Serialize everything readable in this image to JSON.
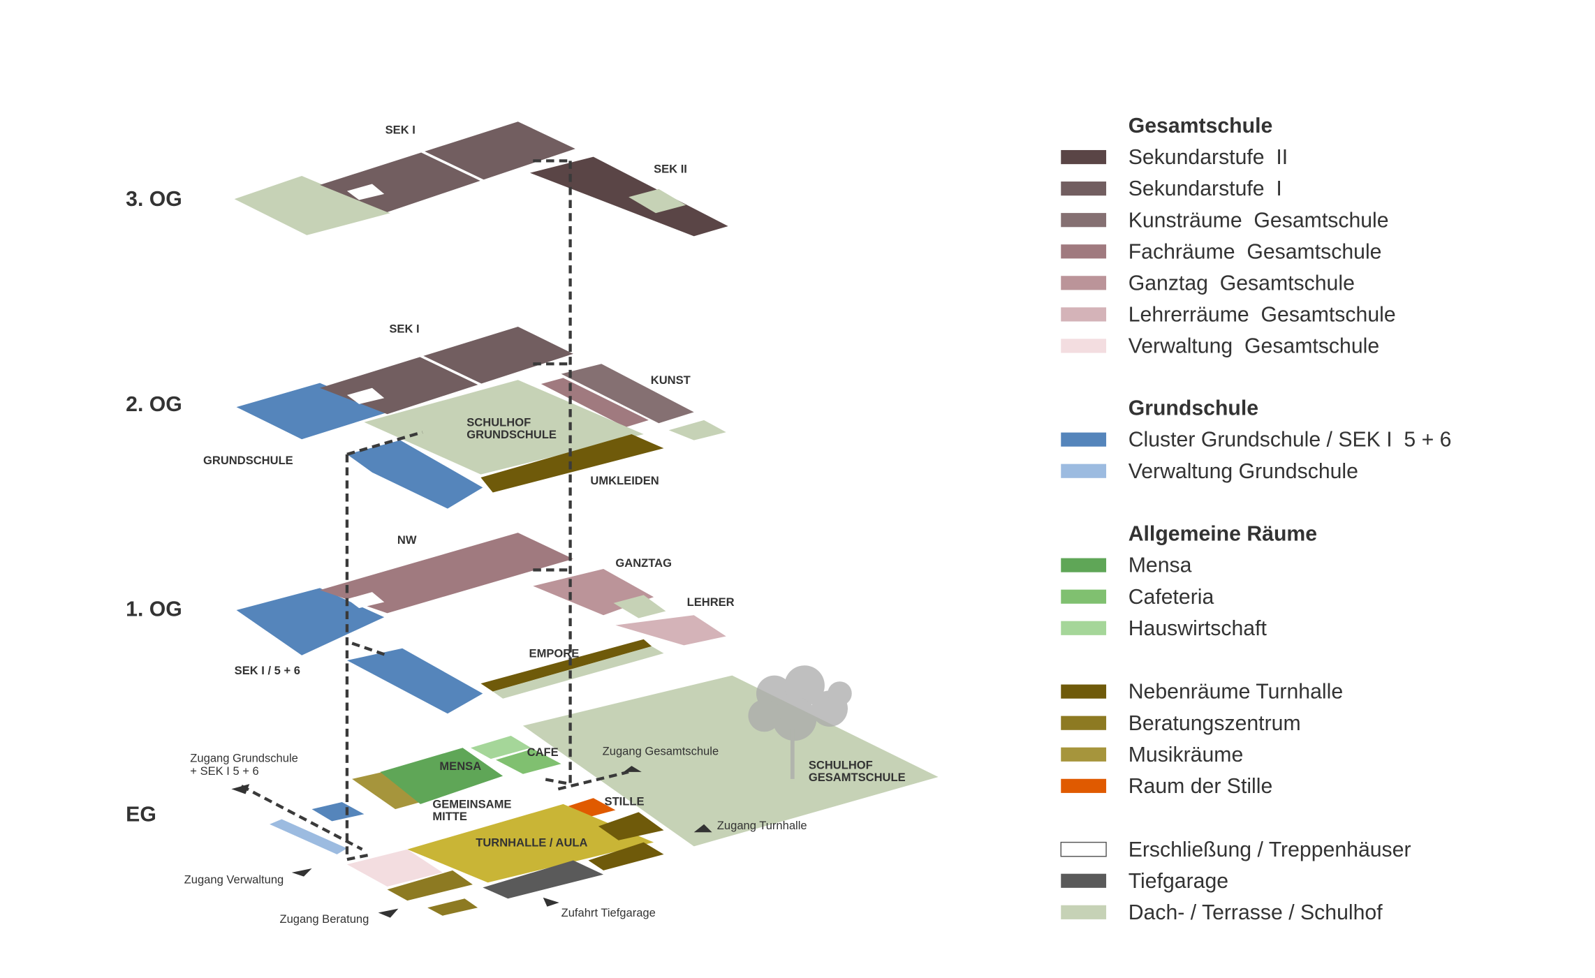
{
  "colors": {
    "sek2": "#5a4546",
    "sek1": "#725e60",
    "kunst": "#857072",
    "fach": "#a07a7f",
    "ganztag": "#bb9499",
    "lehrer": "#d4b3b8",
    "verw_gs": "#f3dde0",
    "cluster": "#5585bb",
    "verw_grund": "#9cbbe0",
    "mensa": "#5fa657",
    "cafe": "#80c070",
    "hausw": "#a5d699",
    "neben": "#6f5a0a",
    "beratung": "#8d7a22",
    "musik": "#a6953c",
    "stille": "#e05a00",
    "erschliessung": "#ffffff",
    "tiefgarage": "#5a5a5a",
    "dach": "#c6d2b6",
    "turnhalle": "#c9b536"
  },
  "floors": [
    "3. OG",
    "2. OG",
    "1. OG",
    "EG"
  ],
  "room_labels": {
    "og3_sek1": "SEK I",
    "og3_sek2": "SEK II",
    "og2_sek1": "SEK I",
    "og2_kunst": "KUNST",
    "og2_grundschule": "GRUNDSCHULE",
    "og2_schulhof_1": "SCHULHOF",
    "og2_schulhof_2": "GRUNDSCHULE",
    "og2_umkleiden": "UMKLEIDEN",
    "og1_nw": "NW",
    "og1_ganztag": "GANZTAG",
    "og1_lehrer": "LEHRER",
    "og1_sek": "SEK I / 5 + 6",
    "og1_empore": "EMPORE",
    "eg_mensa": "MENSA",
    "eg_cafe": "CAFE",
    "eg_mitte_1": "GEMEINSAME",
    "eg_mitte_2": "MITTE",
    "eg_stille": "STILLE",
    "eg_turnhalle": "TURNHALLE / AULA",
    "eg_schulhof_1": "SCHULHOF",
    "eg_schulhof_2": "GESAMTSCHULE"
  },
  "access_labels": {
    "grund_1": "Zugang Grundschule",
    "grund_2": "+ SEK I 5 + 6",
    "gesamt": "Zugang Gesamtschule",
    "turnhalle": "Zugang Turnhalle",
    "verwaltung": "Zugang Verwaltung",
    "beratung": "Zugang Beratung",
    "tiefgarage": "Zufahrt Tiefgarage"
  },
  "legend": {
    "groups": [
      {
        "title": "Gesamtschule",
        "items": [
          {
            "label": "Sekundarstufe  II",
            "color": "#5a4546"
          },
          {
            "label": "Sekundarstufe  I",
            "color": "#725e60"
          },
          {
            "label": "Kunsträume  Gesamtschule",
            "color": "#857072"
          },
          {
            "label": "Fachräume  Gesamtschule",
            "color": "#a07a7f"
          },
          {
            "label": "Ganztag  Gesamtschule",
            "color": "#bb9499"
          },
          {
            "label": "Lehrerräume  Gesamtschule",
            "color": "#d4b3b8"
          },
          {
            "label": "Verwaltung  Gesamtschule",
            "color": "#f3dde0"
          }
        ]
      },
      {
        "title": "Grundschule",
        "items": [
          {
            "label": "Cluster Grundschule / SEK I  5 + 6",
            "color": "#5585bb"
          },
          {
            "label": "Verwaltung Grundschule",
            "color": "#9cbbe0"
          }
        ]
      },
      {
        "title": "Allgemeine Räume",
        "items": [
          {
            "label": "Mensa",
            "color": "#5fa657"
          },
          {
            "label": "Cafeteria",
            "color": "#80c070"
          },
          {
            "label": "Hauswirtschaft",
            "color": "#a5d699"
          }
        ]
      },
      {
        "title": "",
        "items": [
          {
            "label": "Nebenräume Turnhalle",
            "color": "#6f5a0a"
          },
          {
            "label": "Beratungszentrum",
            "color": "#8d7a22"
          },
          {
            "label": "Musikräume",
            "color": "#a6953c"
          },
          {
            "label": "Raum der Stille",
            "color": "#e05a00"
          }
        ]
      },
      {
        "title": "",
        "items": [
          {
            "label": "Erschließung / Treppenhäuser",
            "color": "#ffffff"
          },
          {
            "label": "Tiefgarage",
            "color": "#5a5a5a"
          },
          {
            "label": "Dach- / Terrasse / Schulhof",
            "color": "#c6d2b6"
          }
        ]
      }
    ]
  }
}
